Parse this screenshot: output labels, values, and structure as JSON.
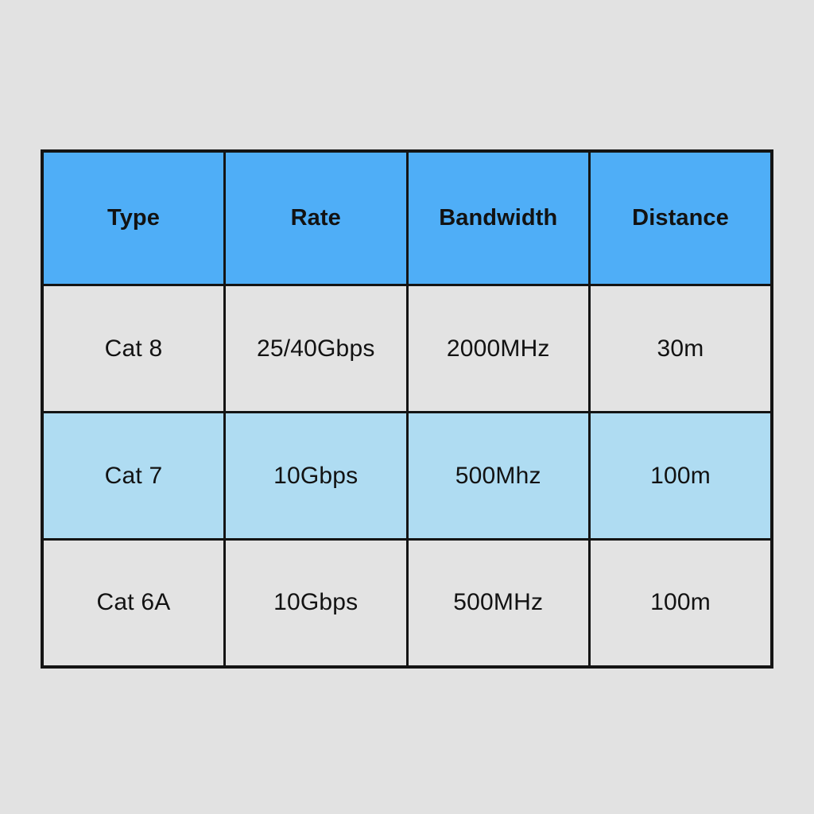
{
  "page": {
    "background_color": "#e2e2e2"
  },
  "table": {
    "name": "cable-category-comparison",
    "border_color": "#141414",
    "header_background": "#4faef7",
    "row_background": "#e3e3e3",
    "highlight_background": "#afdcf2",
    "columns": [
      {
        "key": "type",
        "label": "Type"
      },
      {
        "key": "rate",
        "label": "Rate"
      },
      {
        "key": "bandwidth",
        "label": "Bandwidth"
      },
      {
        "key": "distance",
        "label": "Distance"
      }
    ],
    "rows": [
      {
        "highlight": false,
        "type": "Cat 8",
        "rate": "25/40Gbps",
        "bandwidth": "2000MHz",
        "distance": "30m"
      },
      {
        "highlight": true,
        "type": "Cat 7",
        "rate": "10Gbps",
        "bandwidth": "500Mhz",
        "distance": "100m"
      },
      {
        "highlight": false,
        "type": "Cat 6A",
        "rate": "10Gbps",
        "bandwidth": "500MHz",
        "distance": "100m"
      }
    ]
  }
}
